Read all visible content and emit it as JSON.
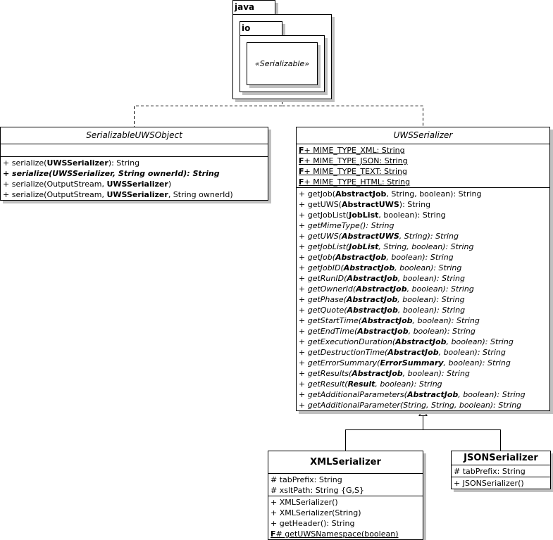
{
  "packages": {
    "outer": {
      "name": "java"
    },
    "inner": {
      "name": "io"
    }
  },
  "interface": {
    "name": "«Serializable»"
  },
  "classes": {
    "serializable_uws_object": {
      "name": "SerializableUWSObject",
      "abstract": true,
      "attributes": [],
      "operations": [
        {
          "parts": [
            [
              "+ serialize(",
              false
            ],
            [
              "UWSSerializer",
              true
            ],
            [
              "): String",
              false
            ]
          ],
          "abstract": false
        },
        {
          "parts": [
            [
              "+ serialize(UWSSerializer, String ownerId): String",
              false
            ]
          ],
          "abstract": true,
          "bold": true
        },
        {
          "parts": [
            [
              "+ serialize(OutputStream, ",
              false
            ],
            [
              "UWSSerializer",
              true
            ],
            [
              ")",
              false
            ]
          ],
          "abstract": false
        },
        {
          "parts": [
            [
              "+ serialize(OutputStream, ",
              false
            ],
            [
              "UWSSerializer",
              true
            ],
            [
              ", String ownerId)",
              false
            ]
          ],
          "abstract": false
        }
      ]
    },
    "uws_serializer": {
      "name": "UWSSerializer",
      "abstract": true,
      "attributes": [
        {
          "prefix": "F",
          "text": "+ MIME_TYPE_XML: String"
        },
        {
          "prefix": "F",
          "text": "+ MIME_TYPE_JSON: String"
        },
        {
          "prefix": "F",
          "text": "+ MIME_TYPE_TEXT: String"
        },
        {
          "prefix": "F",
          "text": "+ MIME_TYPE_HTML: String"
        }
      ],
      "operations": [
        {
          "parts": [
            [
              "+ getJob(",
              false
            ],
            [
              "AbstractJob",
              true
            ],
            [
              ", String, boolean): String",
              false
            ]
          ],
          "abstract": false
        },
        {
          "parts": [
            [
              "+ getUWS(",
              false
            ],
            [
              "AbstractUWS",
              true
            ],
            [
              "): String",
              false
            ]
          ],
          "abstract": false
        },
        {
          "parts": [
            [
              "+ getJobList(",
              false
            ],
            [
              "JobList",
              true
            ],
            [
              ", boolean): String",
              false
            ]
          ],
          "abstract": false
        },
        {
          "parts": [
            [
              "+ getMimeType(): String",
              false
            ]
          ],
          "abstract": true
        },
        {
          "parts": [
            [
              "+ getUWS(",
              false
            ],
            [
              "AbstractUWS",
              true
            ],
            [
              ", String): String",
              false
            ]
          ],
          "abstract": true
        },
        {
          "parts": [
            [
              "+ getJobList(",
              false
            ],
            [
              "JobList",
              true
            ],
            [
              ", String, boolean): String",
              false
            ]
          ],
          "abstract": true
        },
        {
          "parts": [
            [
              "+ getJob(",
              false
            ],
            [
              "AbstractJob",
              true
            ],
            [
              ", boolean): String",
              false
            ]
          ],
          "abstract": true
        },
        {
          "parts": [
            [
              "+ getJobID(",
              false
            ],
            [
              "AbstractJob",
              true
            ],
            [
              ", boolean): String",
              false
            ]
          ],
          "abstract": true
        },
        {
          "parts": [
            [
              "+ getRunID(",
              false
            ],
            [
              "AbstractJob",
              true
            ],
            [
              ", boolean): String",
              false
            ]
          ],
          "abstract": true
        },
        {
          "parts": [
            [
              "+ getOwnerId(",
              false
            ],
            [
              "AbstractJob",
              true
            ],
            [
              ", boolean): String",
              false
            ]
          ],
          "abstract": true
        },
        {
          "parts": [
            [
              "+ getPhase(",
              false
            ],
            [
              "AbstractJob",
              true
            ],
            [
              ", boolean): String",
              false
            ]
          ],
          "abstract": true
        },
        {
          "parts": [
            [
              "+ getQuote(",
              false
            ],
            [
              "AbstractJob",
              true
            ],
            [
              ", boolean): String",
              false
            ]
          ],
          "abstract": true
        },
        {
          "parts": [
            [
              "+ getStartTime(",
              false
            ],
            [
              "AbstractJob",
              true
            ],
            [
              ", boolean): String",
              false
            ]
          ],
          "abstract": true
        },
        {
          "parts": [
            [
              "+ getEndTime(",
              false
            ],
            [
              "AbstractJob",
              true
            ],
            [
              ", boolean): String",
              false
            ]
          ],
          "abstract": true
        },
        {
          "parts": [
            [
              "+ getExecutionDuration(",
              false
            ],
            [
              "AbstractJob",
              true
            ],
            [
              ", boolean): String",
              false
            ]
          ],
          "abstract": true
        },
        {
          "parts": [
            [
              "+ getDestructionTime(",
              false
            ],
            [
              "AbstractJob",
              true
            ],
            [
              ", boolean): String",
              false
            ]
          ],
          "abstract": true
        },
        {
          "parts": [
            [
              "+ getErrorSummary(",
              false
            ],
            [
              "ErrorSummary",
              true
            ],
            [
              ", boolean): String",
              false
            ]
          ],
          "abstract": true
        },
        {
          "parts": [
            [
              "+ getResults(",
              false
            ],
            [
              "AbstractJob",
              true
            ],
            [
              ", boolean): String",
              false
            ]
          ],
          "abstract": true
        },
        {
          "parts": [
            [
              "+ getResult(",
              false
            ],
            [
              "Result",
              true
            ],
            [
              ", boolean): String",
              false
            ]
          ],
          "abstract": true
        },
        {
          "parts": [
            [
              "+ getAdditionalParameters(",
              false
            ],
            [
              "AbstractJob",
              true
            ],
            [
              ", boolean): String",
              false
            ]
          ],
          "abstract": true
        },
        {
          "parts": [
            [
              "+ getAdditionalParameter(String, String, boolean): String",
              false
            ]
          ],
          "abstract": true
        }
      ]
    },
    "xml_serializer": {
      "name": "XMLSerializer",
      "abstract": false,
      "attributes": [
        {
          "prefix": "",
          "text": "# tabPrefix: String"
        },
        {
          "prefix": "",
          "text": "# xsltPath: String {G,S}"
        }
      ],
      "operations": [
        {
          "parts": [
            [
              "+ XMLSerializer()",
              false
            ]
          ],
          "abstract": false
        },
        {
          "parts": [
            [
              "+ XMLSerializer(String)",
              false
            ]
          ],
          "abstract": false
        },
        {
          "parts": [
            [
              "+ getHeader(): String",
              false
            ]
          ],
          "abstract": false
        },
        {
          "parts": [
            [
              "# getUWSNamespace(boolean)",
              false
            ]
          ],
          "abstract": false,
          "prefix": "F",
          "static": true
        }
      ]
    },
    "json_serializer": {
      "name": "JSONSerializer",
      "abstract": false,
      "attributes": [
        {
          "prefix": "",
          "text": "# tabPrefix: String"
        }
      ],
      "operations": [
        {
          "parts": [
            [
              "+ JSONSerializer()",
              false
            ]
          ],
          "abstract": false
        }
      ]
    }
  },
  "relations": [
    {
      "type": "realization",
      "from": "SerializableUWSObject",
      "to": "Serializable"
    },
    {
      "type": "realization",
      "from": "UWSSerializer",
      "to": "Serializable"
    },
    {
      "type": "generalization",
      "from": "XMLSerializer",
      "to": "UWSSerializer"
    },
    {
      "type": "generalization",
      "from": "JSONSerializer",
      "to": "UWSSerializer"
    }
  ]
}
